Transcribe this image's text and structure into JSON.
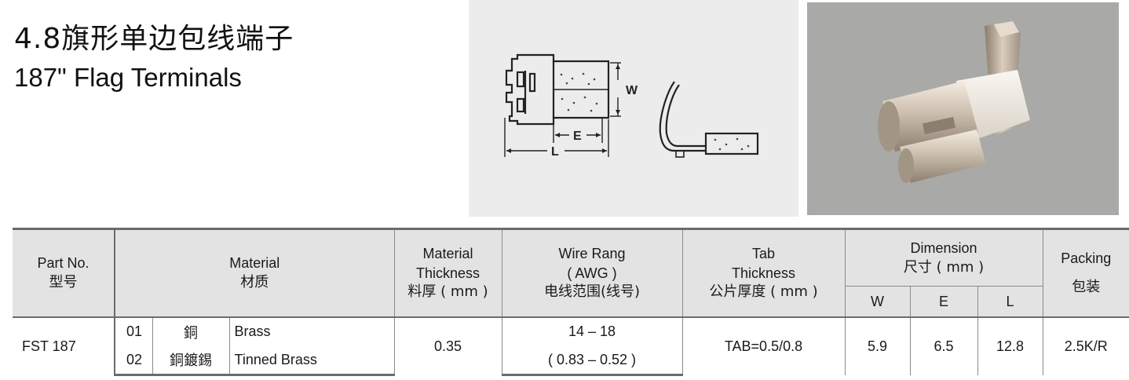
{
  "title": {
    "cn": "4.8旗形单边包线端子",
    "en": "187\" Flag Terminals"
  },
  "drawing": {
    "dim_w": "W",
    "dim_e": "E",
    "dim_l": "L"
  },
  "table": {
    "headers": {
      "part_no": {
        "en": "Part No.",
        "cn": "型号"
      },
      "material": {
        "en": "Material",
        "cn": "材质"
      },
      "material_thickness": {
        "en1": "Material",
        "en2": "Thickness",
        "cn": "料厚 ( mm )"
      },
      "wire_range": {
        "en1": "Wire Rang",
        "en2": "( AWG )",
        "cn": "电线范围(线号)"
      },
      "tab_thickness": {
        "en1": "Tab",
        "en2": "Thickness",
        "cn": "公片厚度 ( mm )"
      },
      "dimension": {
        "en": "Dimension",
        "cn": "尺寸 ( mm )",
        "w": "W",
        "e": "E",
        "l": "L"
      },
      "packing": {
        "en": "Packing",
        "cn": "包装"
      }
    },
    "row": {
      "part_no": "FST 187",
      "materials": [
        {
          "code": "01",
          "cn": "銅",
          "en": "Brass"
        },
        {
          "code": "02",
          "cn": "銅鍍錫",
          "en": "Tinned Brass"
        }
      ],
      "material_thickness": "0.35",
      "wire_awg": "14 – 18",
      "wire_mm": "( 0.83 – 0.52 )",
      "tab_thickness": "TAB=0.5/0.8",
      "w": "5.9",
      "e": "6.5",
      "l": "12.8",
      "packing": "2.5K/R"
    }
  }
}
